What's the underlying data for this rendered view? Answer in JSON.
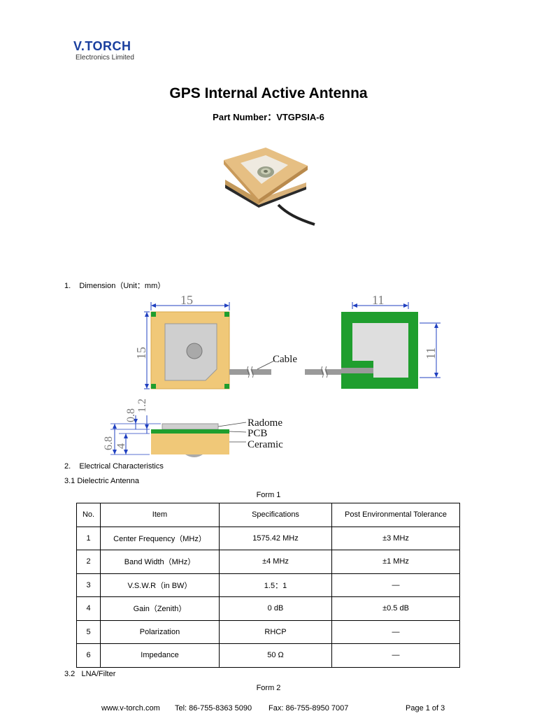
{
  "header": {
    "company": "V.TORCH",
    "company_sub": "Electronics Limited",
    "title": "GPS Internal Active Antenna",
    "part_number": "Part Number：VTGPSIA-6"
  },
  "sections": {
    "dimension": "1.    Dimension（Unit：mm）",
    "electrical": "2.    Electrical Characteristics",
    "dielectric": "3.1 Dielectric Antenna",
    "lna": "3.2   LNA/Filter"
  },
  "drawing": {
    "top_width": "15",
    "top_height": "15",
    "bottom_width": "11",
    "bottom_height": "11",
    "cable": "Cable",
    "h1": "0.8",
    "h2": "1.2",
    "h3": "6.8",
    "h4": "4",
    "radome": "Radome",
    "pcb": "PCB",
    "ceramic": "Ceramic",
    "colors": {
      "ceramic": "#f0c878",
      "pcb": "#1f9e2e",
      "radome": "#cfcfcf"
    }
  },
  "form1": {
    "label": "Form 1",
    "headers": [
      "No.",
      "Item",
      "Specifications",
      "Post Environmental Tolerance"
    ],
    "rows": [
      [
        "1",
        "Center Frequency（MHz）",
        "1575.42 MHz",
        "±3 MHz"
      ],
      [
        "2",
        "Band Width（MHz）",
        "±4 MHz",
        "±1 MHz"
      ],
      [
        "3",
        "V.S.W.R（in BW）",
        "1.5：1",
        "—"
      ],
      [
        "4",
        "Gain（Zenith）",
        "0 dB",
        "±0.5 dB"
      ],
      [
        "5",
        "Polarization",
        "RHCP",
        "—"
      ],
      [
        "6",
        "Impedance",
        "50 Ω",
        "—"
      ]
    ]
  },
  "form2": {
    "label": "Form 2"
  },
  "footer": {
    "website": "www.v-torch.com",
    "tel": "Tel: 86-755-8363 5090",
    "fax": "Fax: 86-755-8950 7007",
    "page": "Page 1 of 3"
  }
}
